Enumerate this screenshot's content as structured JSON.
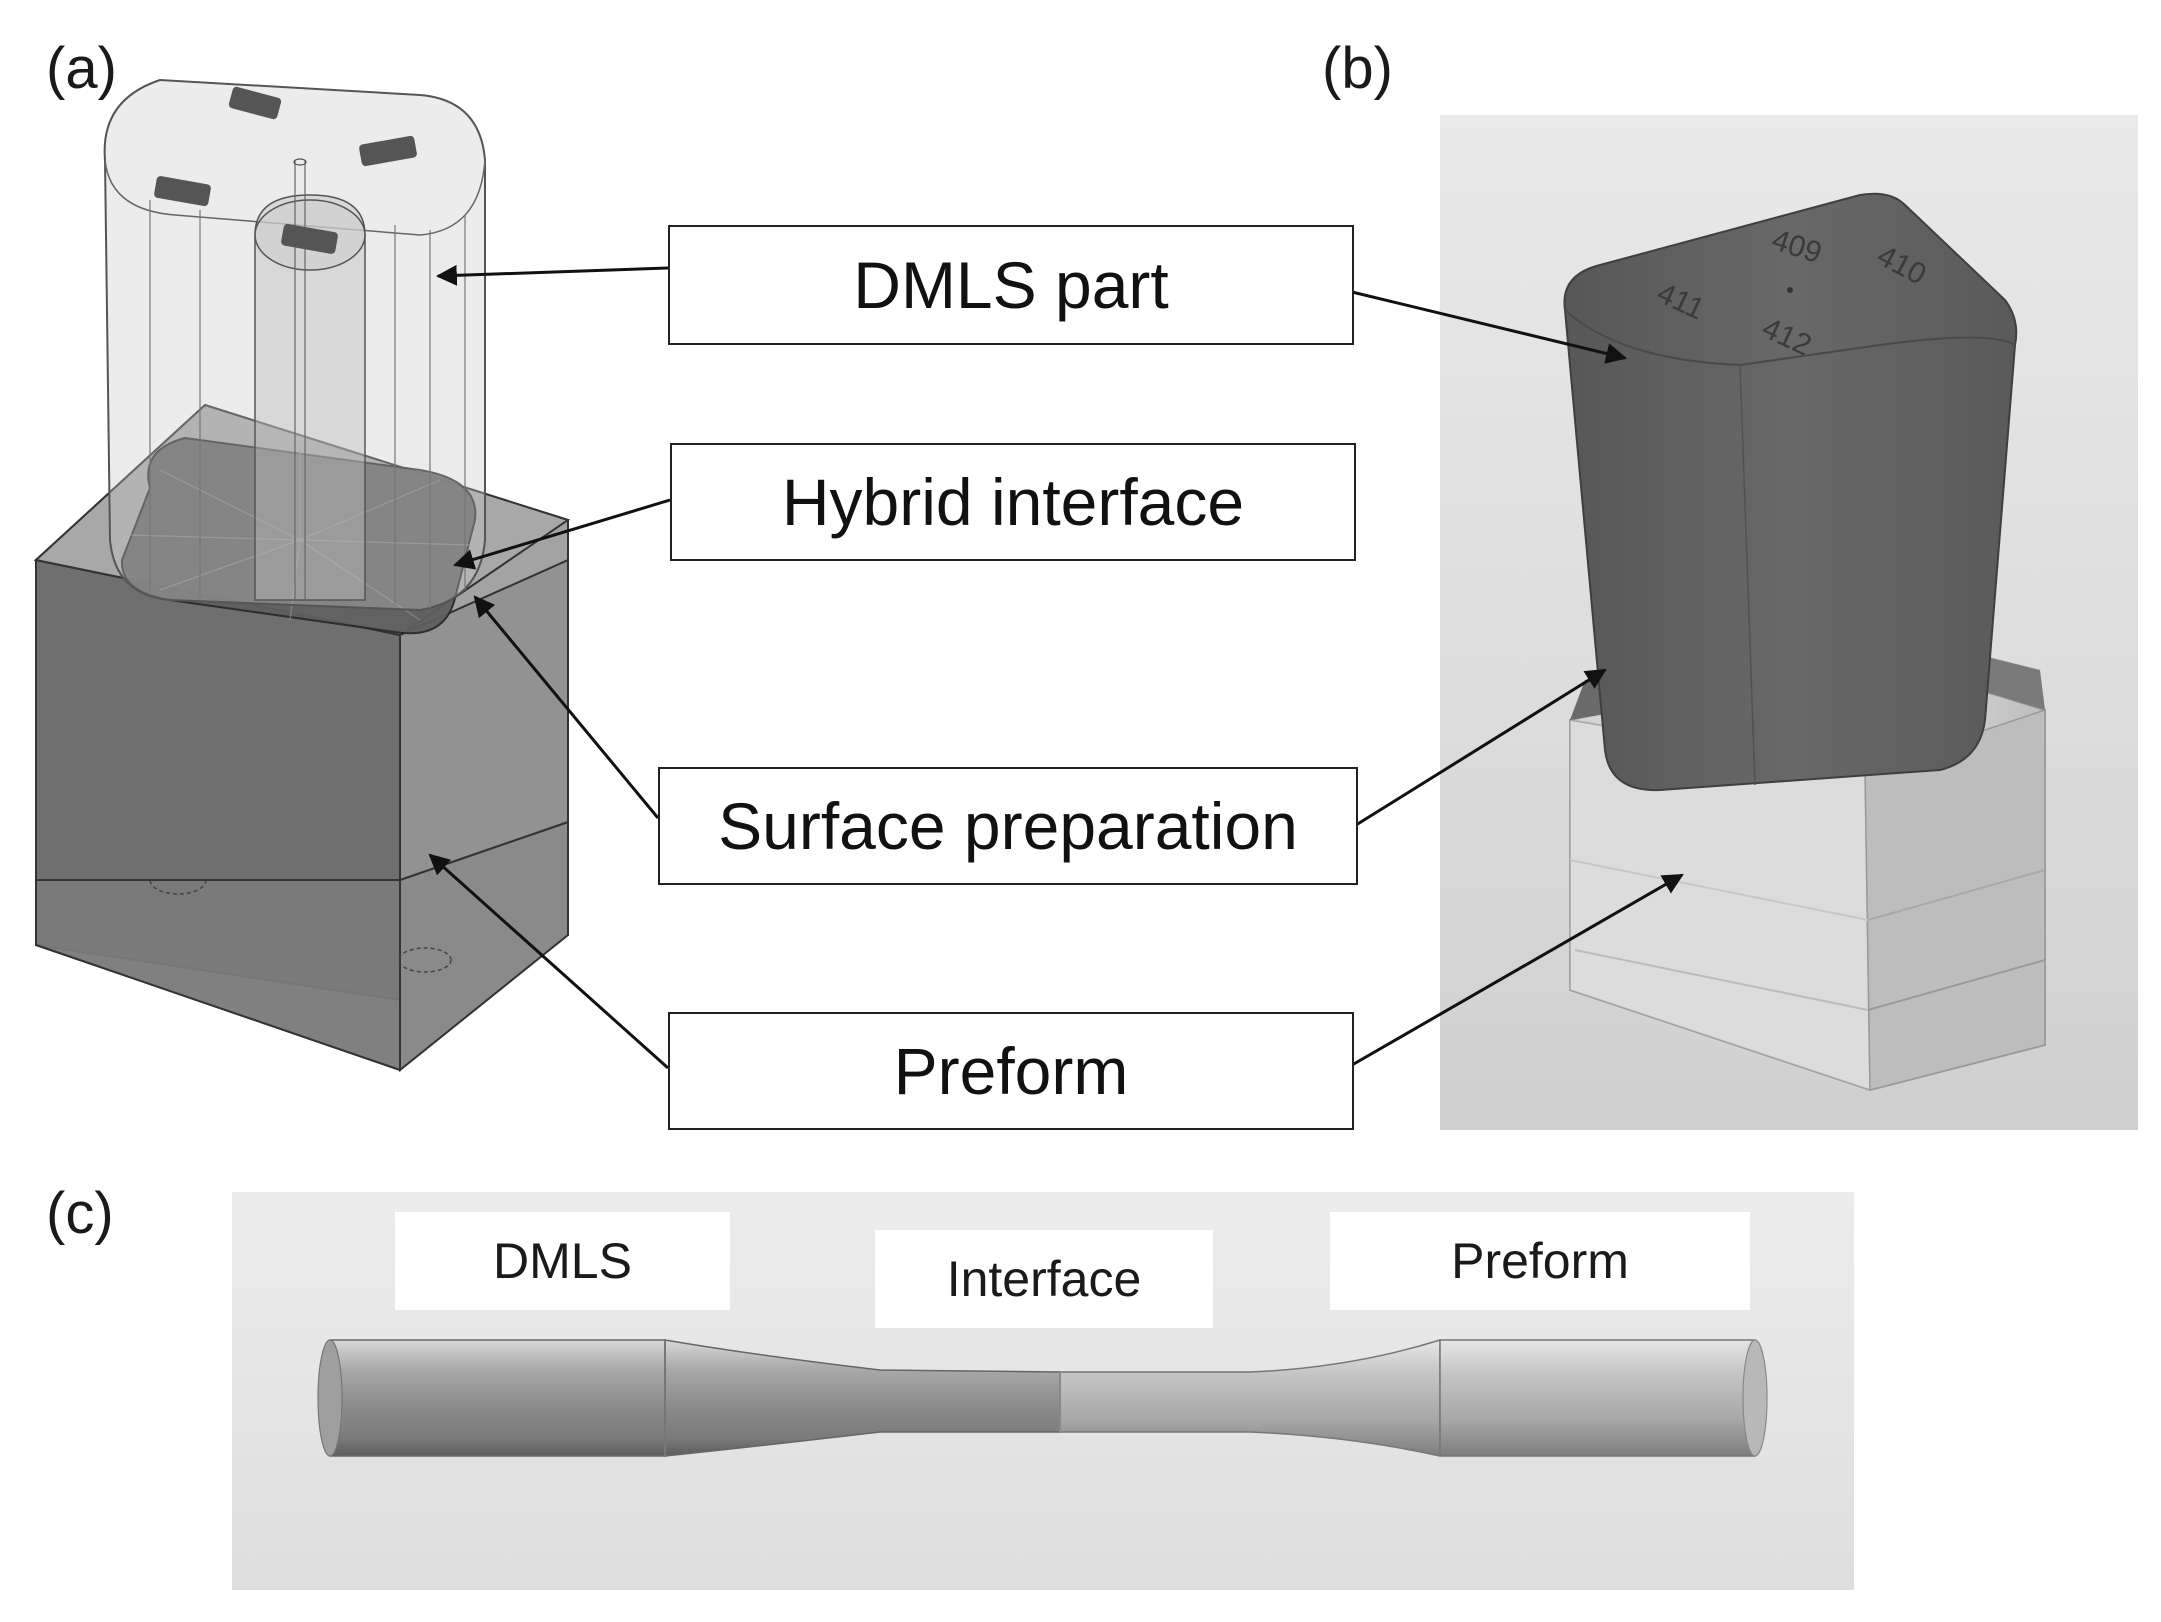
{
  "panels": {
    "a": "(a)",
    "b": "(b)",
    "c": "(c)"
  },
  "callouts": {
    "dmls_part": "DMLS part",
    "hybrid_interface": "Hybrid interface",
    "surface_preparation": "Surface preparation",
    "preform": "Preform"
  },
  "specimen_labels": {
    "dmls": "DMLS",
    "interface": "Interface",
    "preform": "Preform"
  },
  "photo_engravings": [
    "409",
    "410",
    "411",
    "412"
  ],
  "colors": {
    "arrow": "#111111",
    "cad_block": "#8a8a8a",
    "dmls_print": "#5f5f5f",
    "photo_background": "#e2e2e2"
  }
}
